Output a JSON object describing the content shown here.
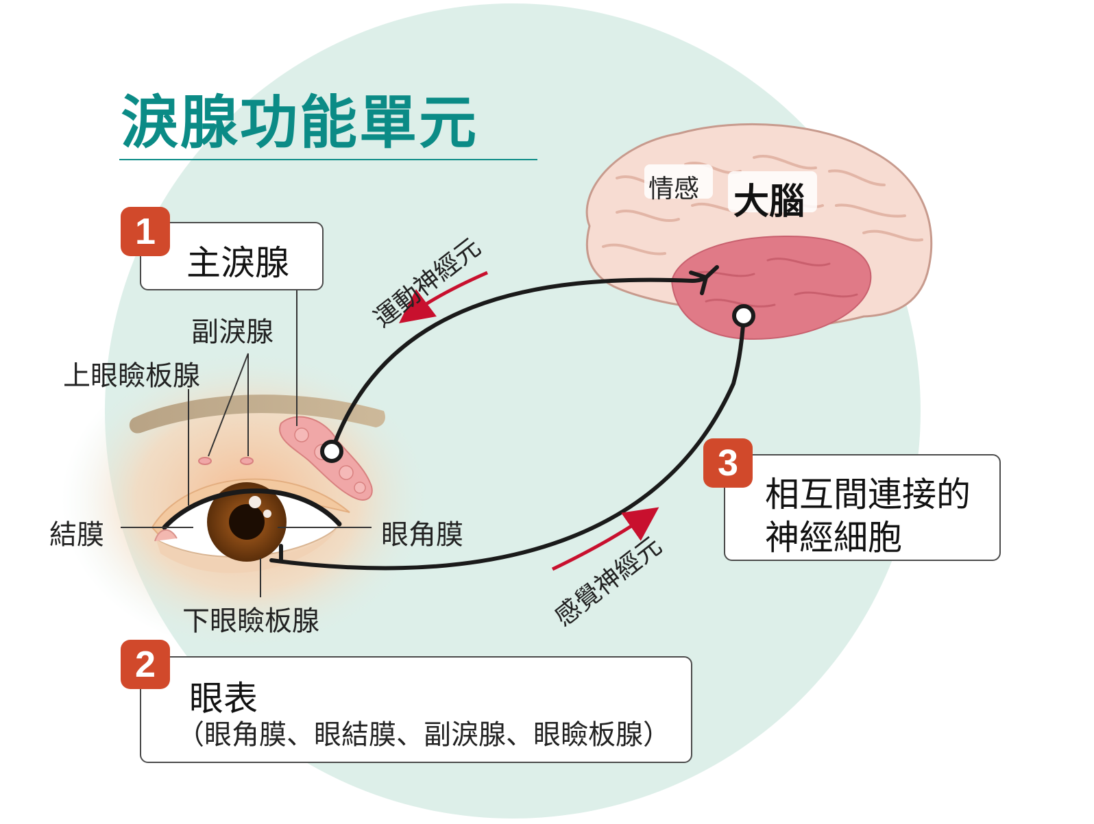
{
  "title": "淚腺功能單元",
  "section1": {
    "number": "1",
    "label": "主淚腺"
  },
  "section2": {
    "number": "2",
    "label": "眼表",
    "detail": "（眼角膜、眼結膜、副淚腺、眼瞼板腺）"
  },
  "section3": {
    "number": "3",
    "line1": "相互間連接的",
    "line2": "神經細胞"
  },
  "brain": {
    "label": "大腦",
    "emotion_label": "情感"
  },
  "eye_labels": {
    "accessory_gland": "副淚腺",
    "upper_meibomian": "上眼瞼板腺",
    "conjunctiva": "結膜",
    "cornea": "眼角膜",
    "lower_meibomian": "下眼瞼板腺"
  },
  "neurons": {
    "motor": "運動神經元",
    "sensory": "感覺神經元"
  },
  "colors": {
    "accent_teal": "#0b8b86",
    "badge_red": "#d1492b",
    "circle_bg": "#ddefe9",
    "arrow_red": "#c8102e",
    "brain_limbic": "#e07a87",
    "brain_cortex": "#f7dcd2"
  }
}
